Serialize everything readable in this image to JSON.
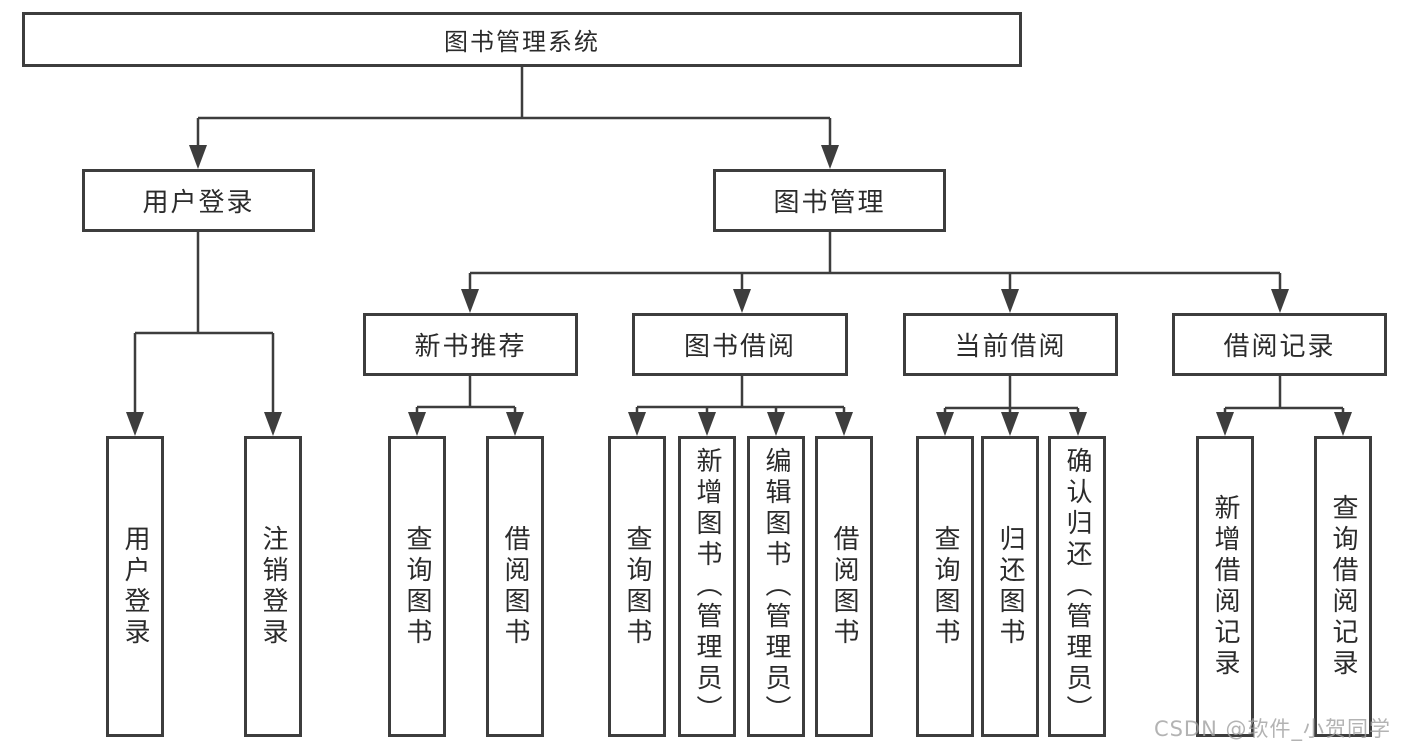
{
  "diagram_type": "tree-diagram",
  "tree": {
    "root": {
      "label": "图书管理系统"
    },
    "children": [
      {
        "label": "用户登录",
        "children": [
          {
            "label": "用户登录"
          },
          {
            "label": "注销登录"
          }
        ]
      },
      {
        "label": "图书管理",
        "children": [
          {
            "label": "新书推荐",
            "children": [
              {
                "label": "查询图书"
              },
              {
                "label": "借阅图书"
              }
            ]
          },
          {
            "label": "图书借阅",
            "children": [
              {
                "label": "查询图书"
              },
              {
                "label": "新增图书（管理员）"
              },
              {
                "label": "编辑图书（管理员）"
              },
              {
                "label": "借阅图书"
              }
            ]
          },
          {
            "label": "当前借阅",
            "children": [
              {
                "label": "查询图书"
              },
              {
                "label": "归还图书"
              },
              {
                "label": "确认归还（管理员）"
              }
            ]
          },
          {
            "label": "借阅记录",
            "children": [
              {
                "label": "新增借阅记录"
              },
              {
                "label": "查询借阅记录"
              }
            ]
          }
        ]
      }
    ]
  },
  "watermark": {
    "text": "CSDN @软件_小贺同学"
  },
  "colors": {
    "line": "#3d3d3d",
    "text": "#2b2b2b",
    "box_fill": "#ffffff",
    "background": "#ffffff",
    "watermark": "#a0a0a0"
  }
}
